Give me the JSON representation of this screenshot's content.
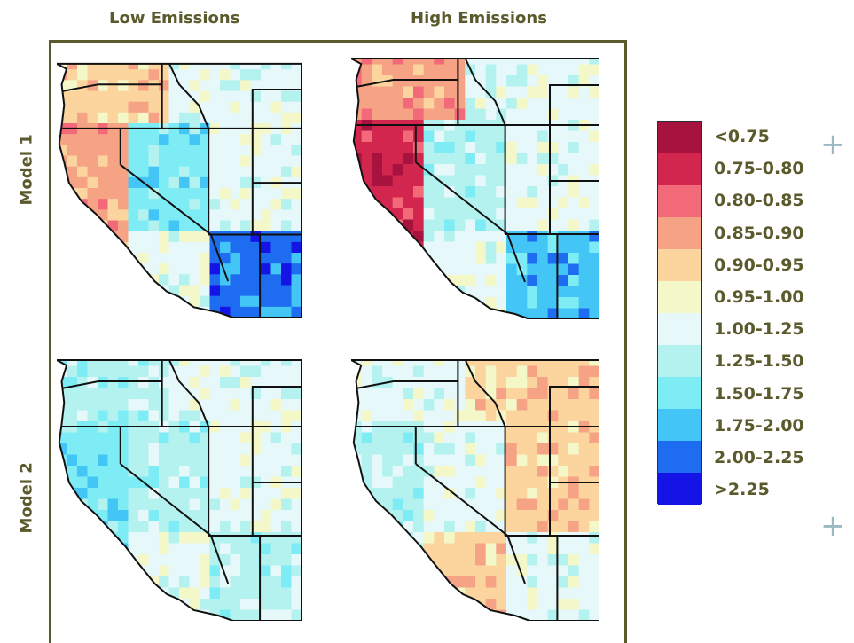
{
  "columns": {
    "left": "Low Emissions",
    "right": "High Emissions"
  },
  "rows": {
    "top": "Model 1",
    "bottom": "Model 2"
  },
  "legend": [
    {
      "label": "<0.75",
      "color": "#a8123e"
    },
    {
      "label": "0.75-0.80",
      "color": "#d2264f"
    },
    {
      "label": "0.80-0.85",
      "color": "#f26a7a"
    },
    {
      "label": "0.85-0.90",
      "color": "#f6a385"
    },
    {
      "label": "0.90-0.95",
      "color": "#fbd49e"
    },
    {
      "label": "0.95-1.00",
      "color": "#f4f7c8"
    },
    {
      "label": "1.00-1.25",
      "color": "#e6f8f9"
    },
    {
      "label": "1.25-1.50",
      "color": "#b4f2ef"
    },
    {
      "label": "1.50-1.75",
      "color": "#7eecf4"
    },
    {
      "label": "1.75-2.00",
      "color": "#43c6f6"
    },
    {
      "label": "2.00-2.25",
      "color": "#1e6cf0"
    },
    {
      "label": ">2.25",
      "color": "#1414e6"
    }
  ],
  "panels": [
    {
      "id": "m1-low",
      "regions": [
        {
          "zone": "northwest",
          "bin": 4
        },
        {
          "zone": "california-coast",
          "bin": 3
        },
        {
          "zone": "nevada",
          "bin": 8
        },
        {
          "zone": "arizona",
          "bin": 10
        },
        {
          "zone": "interior",
          "bin": 6
        }
      ]
    },
    {
      "id": "m1-high",
      "regions": [
        {
          "zone": "northwest",
          "bin": 3
        },
        {
          "zone": "california-coast",
          "bin": 1
        },
        {
          "zone": "nevada",
          "bin": 7
        },
        {
          "zone": "arizona",
          "bin": 9
        },
        {
          "zone": "interior",
          "bin": 6
        }
      ]
    },
    {
      "id": "m2-low",
      "regions": [
        {
          "zone": "northwest",
          "bin": 7
        },
        {
          "zone": "california-coast",
          "bin": 8
        },
        {
          "zone": "nevada",
          "bin": 7
        },
        {
          "zone": "arizona",
          "bin": 7
        },
        {
          "zone": "interior",
          "bin": 6
        }
      ]
    },
    {
      "id": "m2-high",
      "regions": [
        {
          "zone": "northwest",
          "bin": 6
        },
        {
          "zone": "california-coast",
          "bin": 7
        },
        {
          "zone": "nevada",
          "bin": 6
        },
        {
          "zone": "arizona",
          "bin": 6
        },
        {
          "zone": "interior",
          "bin": 4
        }
      ]
    }
  ]
}
